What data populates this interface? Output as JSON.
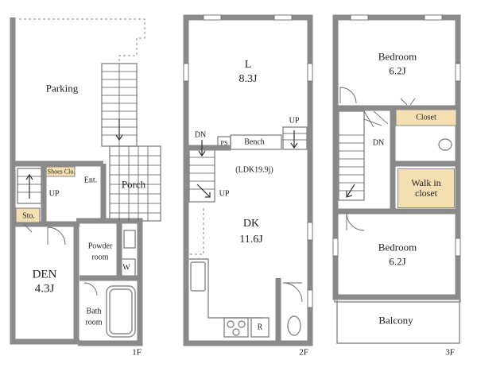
{
  "floors": [
    {
      "tag": "1F",
      "rooms": {
        "parking": "Parking",
        "porch": "Porch",
        "shoes": "Shoes Clo.",
        "entrance": "Ent.",
        "storage": "Sto.",
        "den_name": "DEN",
        "den_size": "4.3J",
        "powder1": "Powder",
        "powder2": "room",
        "washer": "W",
        "bath1": "Bath",
        "bath2": "room",
        "up": "UP"
      }
    },
    {
      "tag": "2F",
      "rooms": {
        "living_name": "L",
        "living_size": "8.3J",
        "bench": "Bench",
        "ps": "PS",
        "ldk": "(LDK19.9j)",
        "dk_name": "DK",
        "dk_size": "11.6J",
        "refrigerator": "R",
        "dn": "DN",
        "up_left": "UP",
        "up_right": "UP"
      }
    },
    {
      "tag": "3F",
      "rooms": {
        "bed1_name": "Bedroom",
        "bed1_size": "6.2J",
        "closet": "Closet",
        "dn": "DN",
        "walkin": "Walk in closet",
        "bed2_name": "Bedroom",
        "bed2_size": "6.2J",
        "balcony": "Balcony"
      }
    }
  ],
  "colors": {
    "wall": "#8a8a8a",
    "closet_fill": "#f3dfb2"
  }
}
